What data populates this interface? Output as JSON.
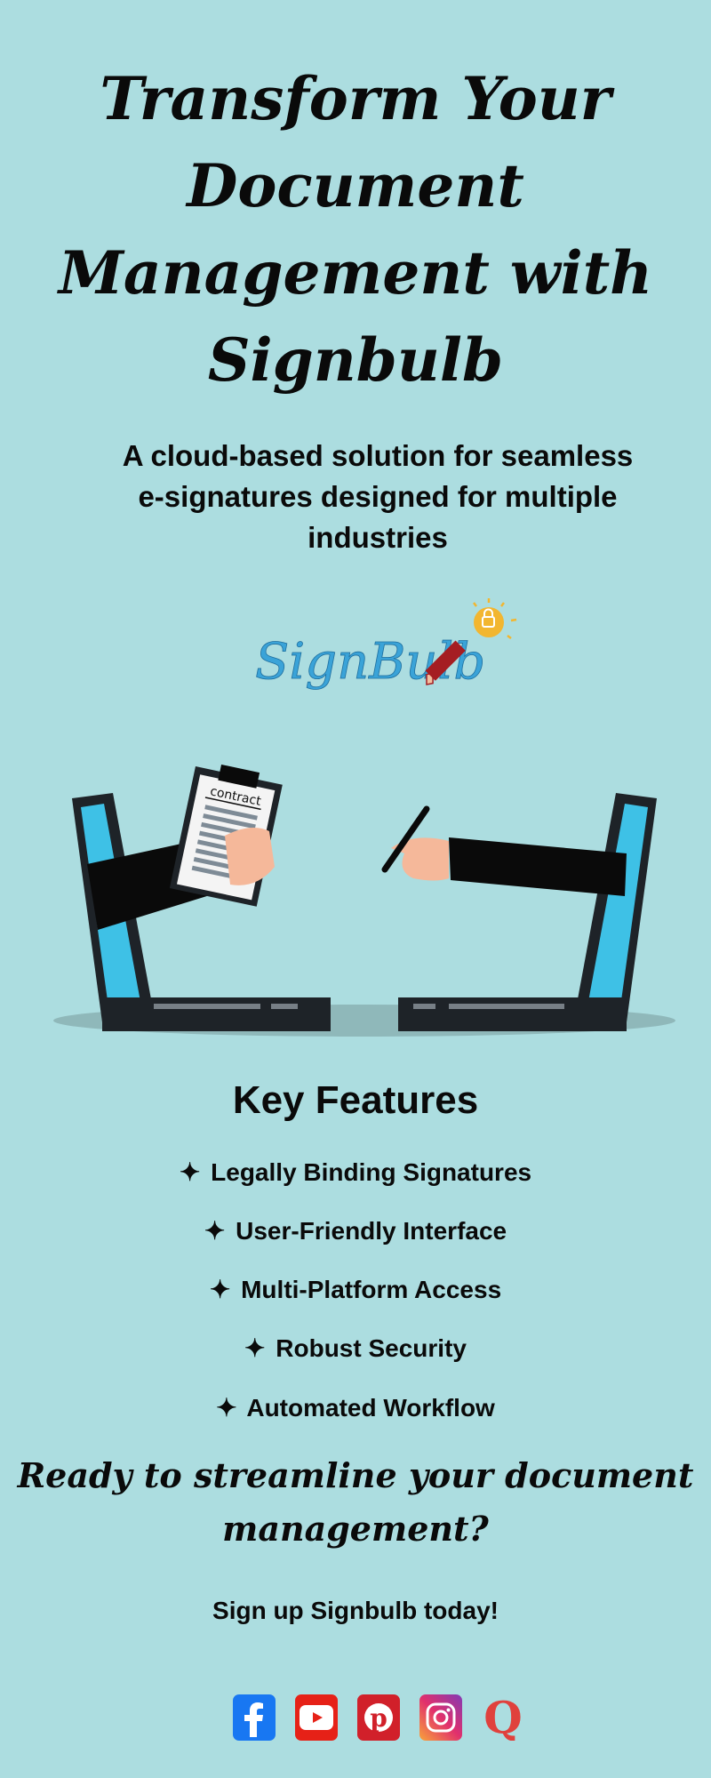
{
  "headline": {
    "lines": [
      "Transform Your",
      "Document",
      "Management with",
      "Signbulb"
    ]
  },
  "subtitle": {
    "lines": [
      "A cloud-based solution for seamless",
      "e-signatures designed for multiple",
      "industries"
    ]
  },
  "logo": {
    "text": "SignBulb",
    "icon": "pen-bulb-lock-icon"
  },
  "illustration": {
    "contract_label": "contract"
  },
  "features": {
    "title": "Key Features",
    "bullet_icon": "four-point-star-icon",
    "bullet_glyph": "✦",
    "items": [
      {
        "label": "Legally Binding Signatures"
      },
      {
        "label": "User-Friendly Interface"
      },
      {
        "label": "Multi-Platform Access"
      },
      {
        "label": "Robust Security"
      },
      {
        "label": "Automated Workflow"
      }
    ]
  },
  "cta": {
    "lines": [
      "Ready to streamline your document",
      "management?"
    ],
    "signup": "Sign up Signbulb today!"
  },
  "social": [
    {
      "name": "facebook",
      "icon": "facebook-icon",
      "color": "#1877f2"
    },
    {
      "name": "youtube",
      "icon": "youtube-icon",
      "color": "#e62117"
    },
    {
      "name": "pinterest",
      "icon": "pinterest-icon",
      "color": "#d1202a"
    },
    {
      "name": "instagram",
      "icon": "instagram-icon",
      "color": "#c13584"
    },
    {
      "name": "quora",
      "icon": "quora-icon",
      "color": "#e0413d"
    }
  ],
  "colors": {
    "background": "#acdde0",
    "text": "#0a0a0a",
    "logo_blue": "#3aa3d8",
    "bulb_yellow": "#f2b630",
    "pen_red": "#a51d22",
    "screen_blue": "#3ec1e6"
  }
}
